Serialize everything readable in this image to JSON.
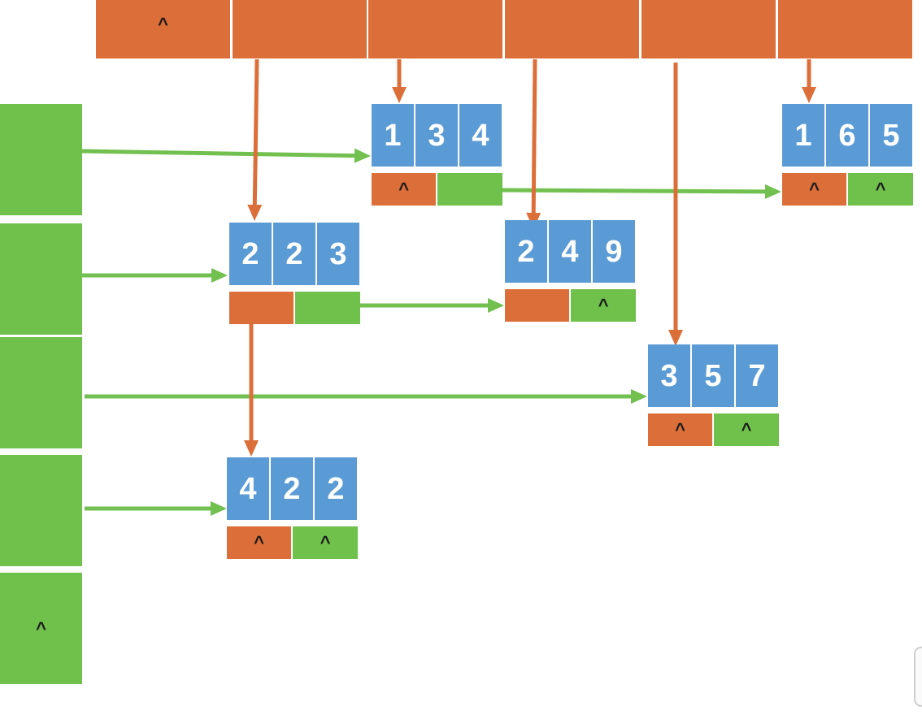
{
  "colors": {
    "row_header": "#70c04c",
    "col_header": "#dc6f39",
    "data_cell": "#5b9bd5",
    "right_link": "#70c04c",
    "down_link": "#dc6f39",
    "right_arrow": "#72c050",
    "down_arrow": "#dc6f39"
  },
  "null_symbol": "^",
  "column_headers": [
    {
      "null": true
    },
    {
      "null": false
    },
    {
      "null": false
    },
    {
      "null": false
    },
    {
      "null": false
    },
    {
      "null": false
    }
  ],
  "row_headers": [
    {
      "null": false
    },
    {
      "null": false
    },
    {
      "null": false
    },
    {
      "null": false
    },
    {
      "null": true
    }
  ],
  "nodes": [
    {
      "id": "n134",
      "i": "1",
      "j": "3",
      "e": "4",
      "down_null": true,
      "right_null": false
    },
    {
      "id": "n165",
      "i": "1",
      "j": "6",
      "e": "5",
      "down_null": true,
      "right_null": true
    },
    {
      "id": "n223",
      "i": "2",
      "j": "2",
      "e": "3",
      "down_null": false,
      "right_null": false
    },
    {
      "id": "n249",
      "i": "2",
      "j": "4",
      "e": "9",
      "down_null": false,
      "right_null": true
    },
    {
      "id": "n357",
      "i": "3",
      "j": "5",
      "e": "7",
      "down_null": true,
      "right_null": true
    },
    {
      "id": "n422",
      "i": "4",
      "j": "2",
      "e": "2",
      "down_null": true,
      "right_null": true
    }
  ]
}
